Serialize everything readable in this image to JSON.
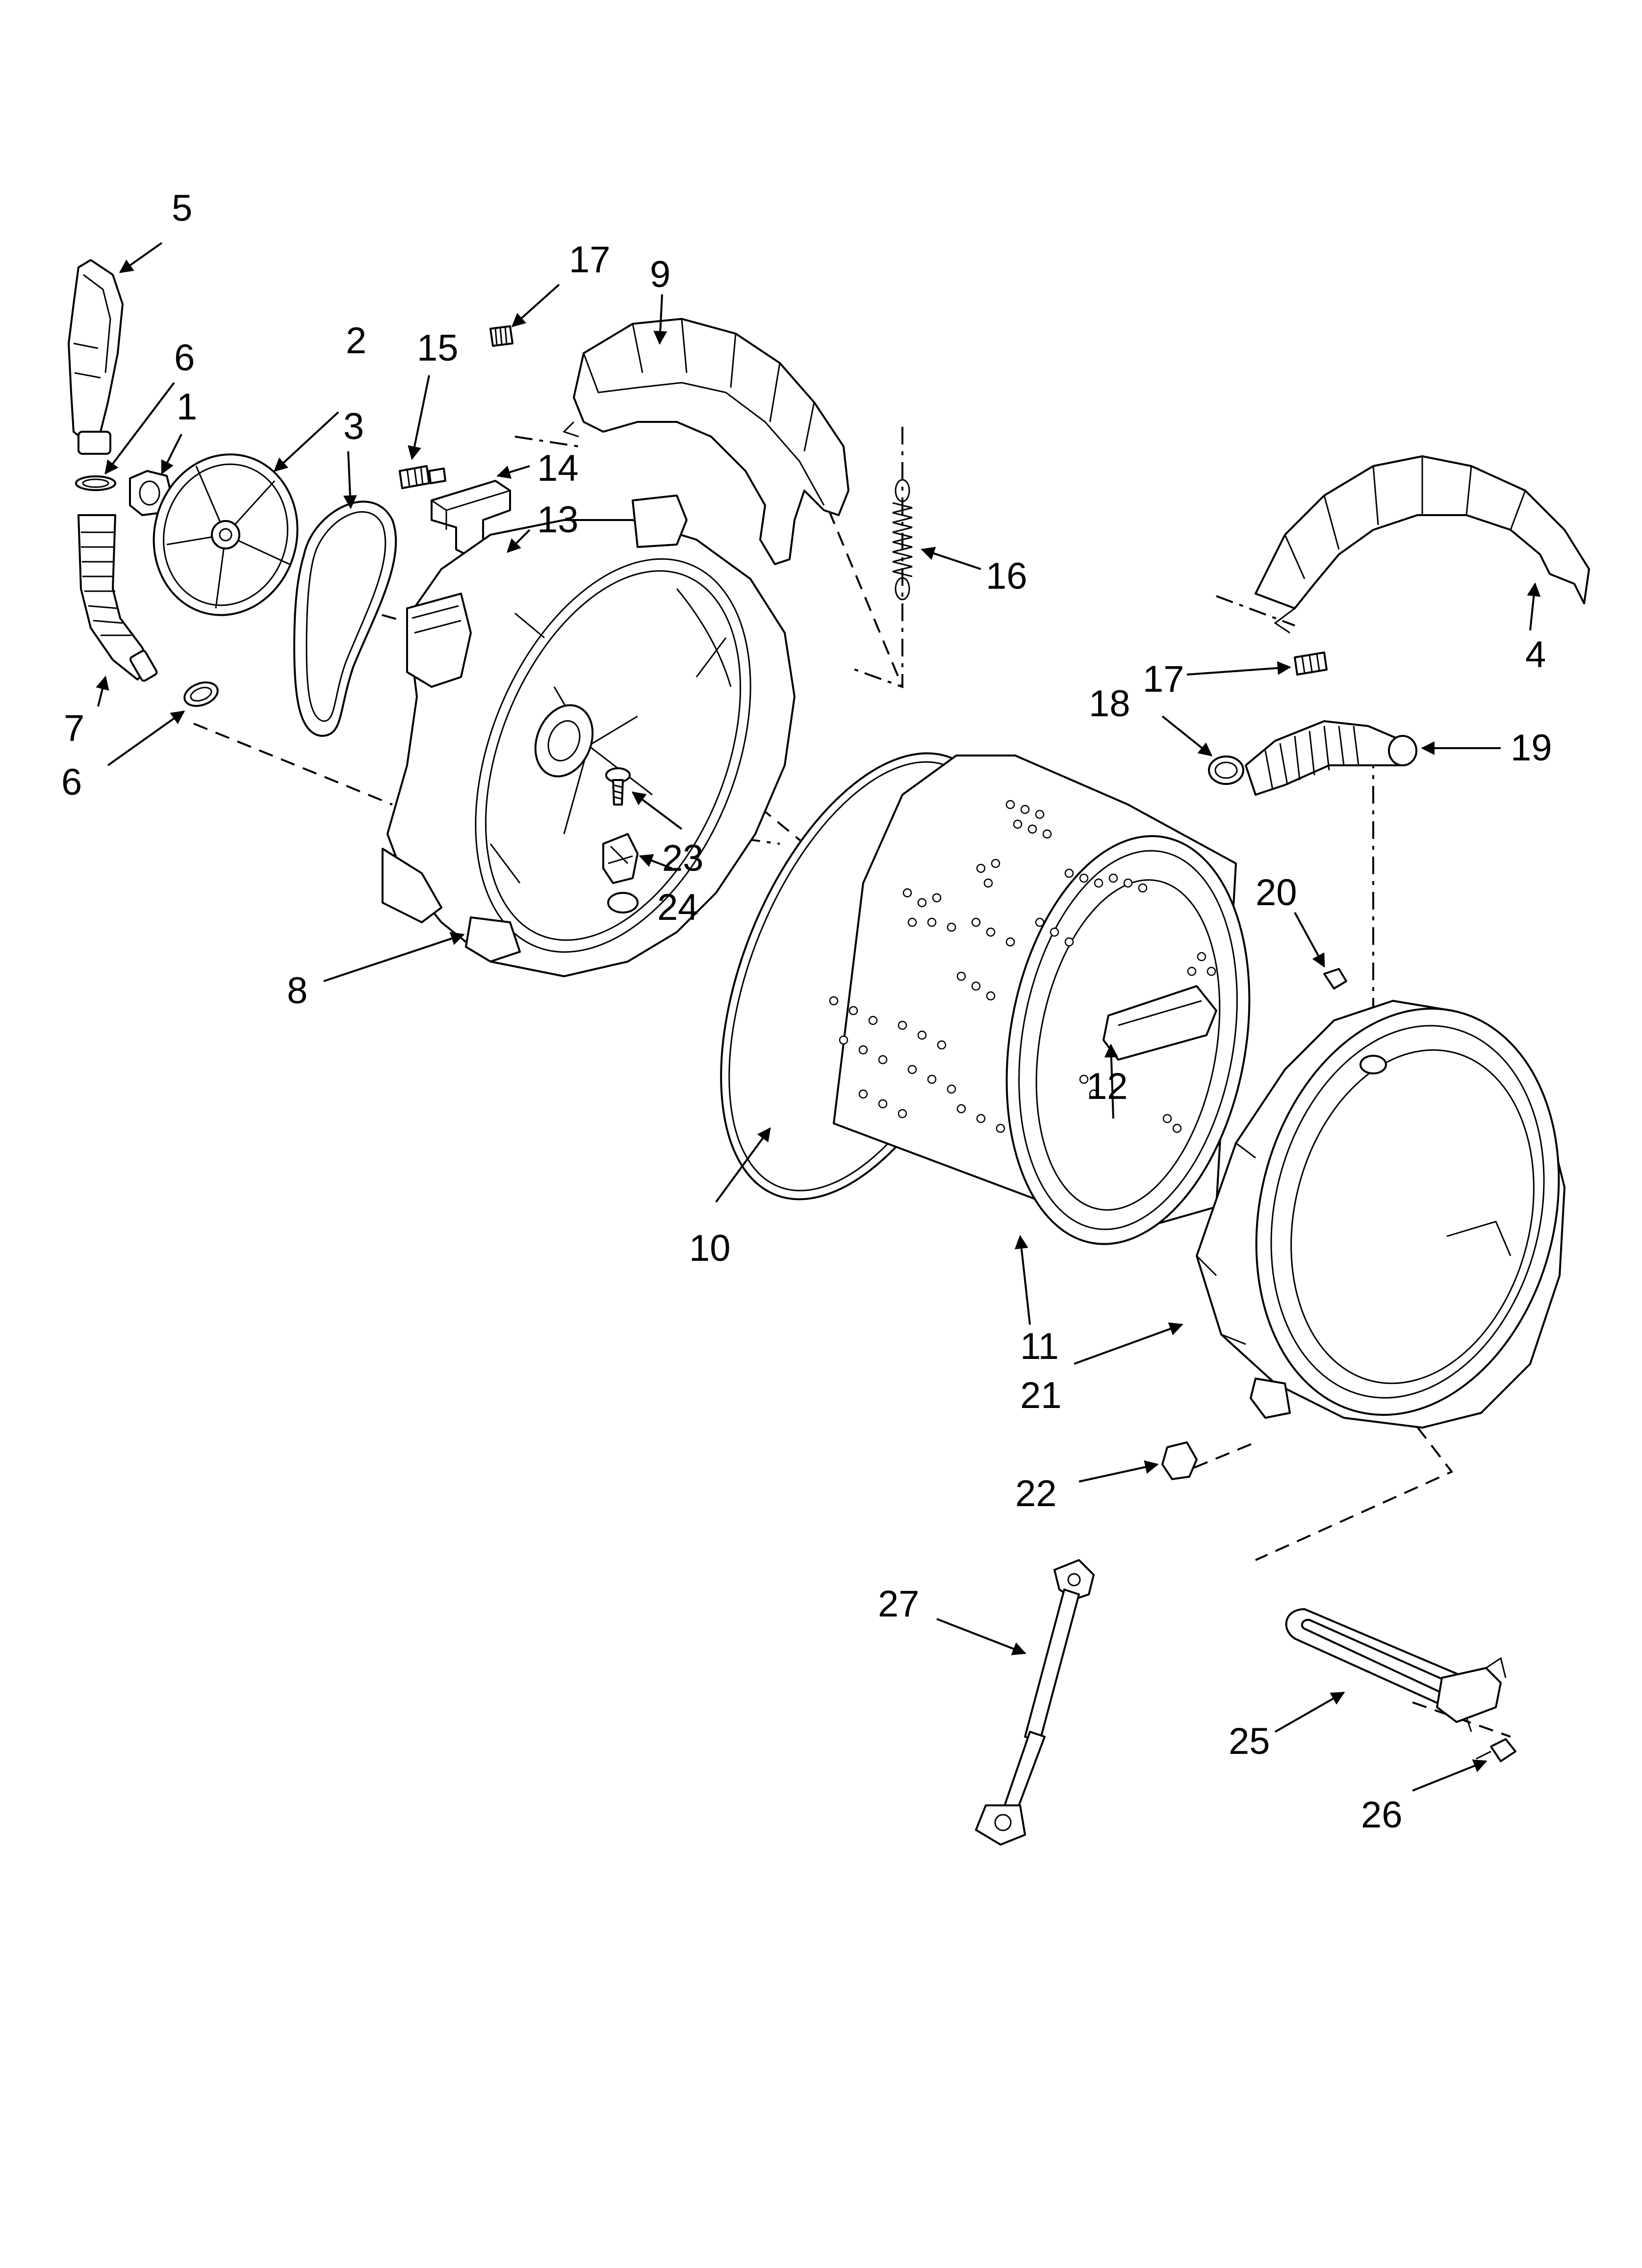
{
  "diagram": {
    "callouts": {
      "c1": "1",
      "c2": "2",
      "c3": "3",
      "c4": "4",
      "c5": "5",
      "c6a": "6",
      "c6b": "6",
      "c7": "7",
      "c8": "8",
      "c9": "9",
      "c10": "10",
      "c11": "11",
      "c12": "12",
      "c13": "13",
      "c14": "14",
      "c15": "15",
      "c16": "16",
      "c17a": "17",
      "c17b": "17",
      "c18": "18",
      "c19": "19",
      "c20": "20",
      "c21": "21",
      "c22": "22",
      "c23": "23",
      "c24": "24",
      "c25": "25",
      "c26": "26",
      "c27": "27"
    }
  }
}
